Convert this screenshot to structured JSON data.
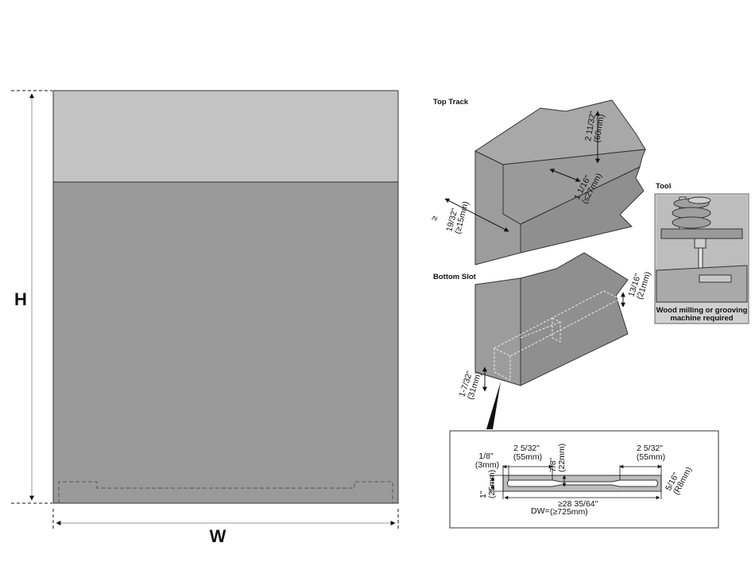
{
  "main_panel": {
    "height_label": "H",
    "width_label": "W"
  },
  "top_track": {
    "title": "Top Track",
    "height_dim": [
      "2 11/32\"",
      "(60mm)"
    ],
    "depth_dim": [
      "1 1/16\"",
      "(≤27mm)"
    ],
    "side_dim": [
      "≥",
      "19/32\"",
      "(≥15mm)"
    ]
  },
  "tool": {
    "title": "Tool",
    "caption": [
      "Wood milling or grooving",
      "machine required"
    ]
  },
  "bottom_slot": {
    "title": "Bottom Slot",
    "depth_dim": [
      "13/16\"",
      "(21mm)"
    ],
    "height_dim": [
      "1-7/32\"",
      "(31mm)"
    ]
  },
  "profile": {
    "left_edge_dim": [
      "1/8\"",
      "(3mm)"
    ],
    "left_width_dim": [
      "2 5/32\"",
      "(55mm)"
    ],
    "right_width_dim": [
      "2 5/32\"",
      "(55mm)"
    ],
    "center_height_dim": [
      "7/8\"",
      "(22mm)"
    ],
    "overall_height_dim": [
      "1\"",
      "(25mm)"
    ],
    "radius_dim": [
      "5/16\"",
      "(R8mm)"
    ],
    "length_dim": [
      "≥28 35/64\"",
      "DW=",
      "(≥725mm)"
    ]
  }
}
